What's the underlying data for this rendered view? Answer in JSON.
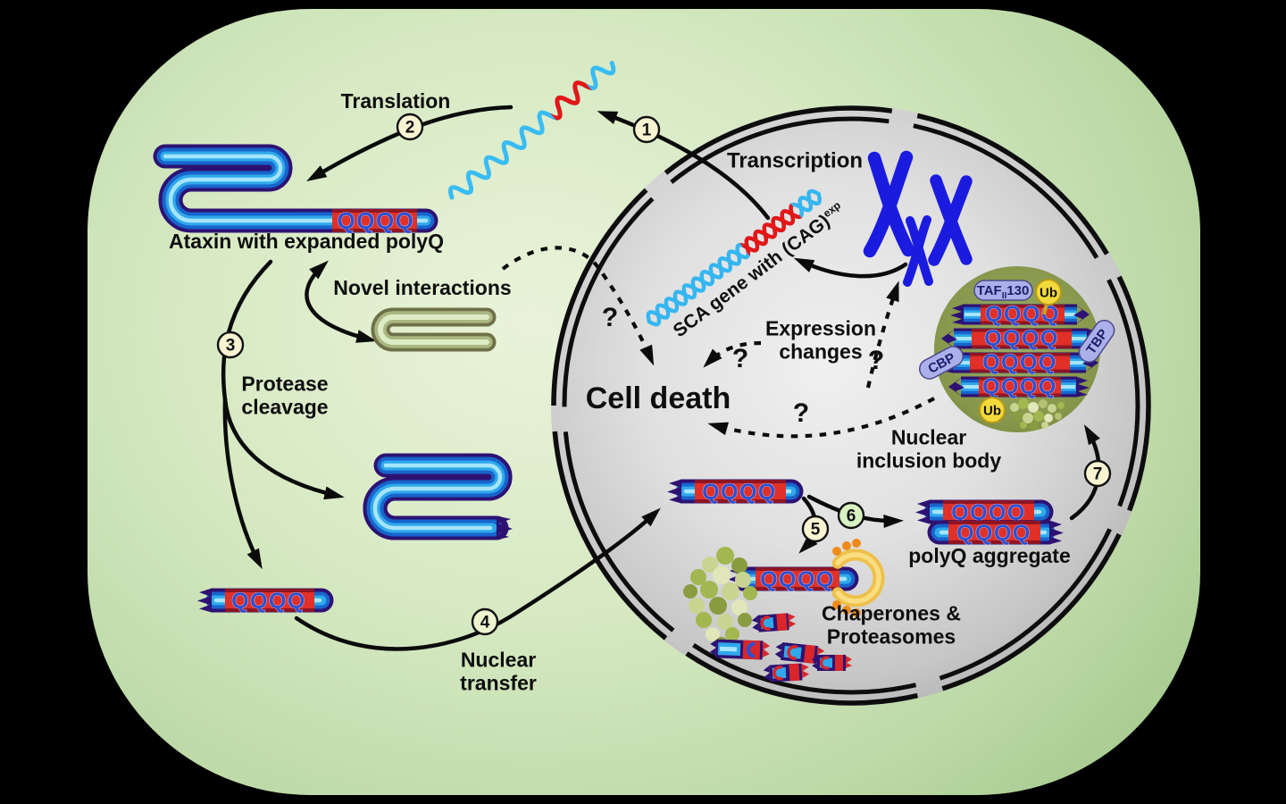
{
  "colors": {
    "outer_background": "#000000",
    "cytoplasm_green": "#cde4b8",
    "nucleus_gray": "#d9d9d9",
    "membrane_black": "#0d0d0d",
    "inclusion_body_olive": "#87964b",
    "protein_blue_core": "#2fa8ec",
    "protein_outline_purple": "#2d1273",
    "polyq_red": "#e03028",
    "polyq_letter_blue": "#2b50d2",
    "chromosome_blue": "#1b1be0",
    "rna_cyan": "#35b6f0",
    "rna_red": "#e41616",
    "chaperone_ring_yellow": "#eec04a",
    "chaperone_dot_orange": "#ef8b1a",
    "proteasome_green": "#a2b750",
    "pill_lavender": "#abb0ea",
    "ub_yellow": "#f3da3c",
    "badge_cream": "#f8f4d2",
    "badge_green": "#d8f2c2"
  },
  "labels": {
    "translation": "Translation",
    "ataxin": "Ataxin with expanded polyQ",
    "novel_interactions": "Novel interactions",
    "protease_l1": "Protease",
    "protease_l2": "cleavage",
    "nuclear_transfer_l1": "Nuclear",
    "nuclear_transfer_l2": "transfer",
    "transcription": "Transcription",
    "sca_gene": "SCA gene with (CAG)",
    "sca_gene_sup": "exp",
    "cell_death": "Cell death",
    "expression_l1": "Expression",
    "expression_l2": "changes",
    "inclusion_l1": "Nuclear",
    "inclusion_l2": "inclusion body",
    "chaperones_l1": "Chaperones &",
    "chaperones_l2": "Proteasomes",
    "polyq_aggregate": "polyQ aggregate",
    "question_mark": "?"
  },
  "steps": {
    "s1": "1",
    "s2": "2",
    "s3": "3",
    "s4": "4",
    "s5": "5",
    "s6": "6",
    "s7": "7"
  },
  "polyq": {
    "repeat_text": "QQQQ"
  },
  "inclusion_body": {
    "taf": "TAF",
    "taf_sub": "II",
    "taf_number": "130",
    "ub_top": "Ub",
    "ub_bottom": "Ub",
    "tbp": "TBP",
    "cbp": "CBP"
  }
}
